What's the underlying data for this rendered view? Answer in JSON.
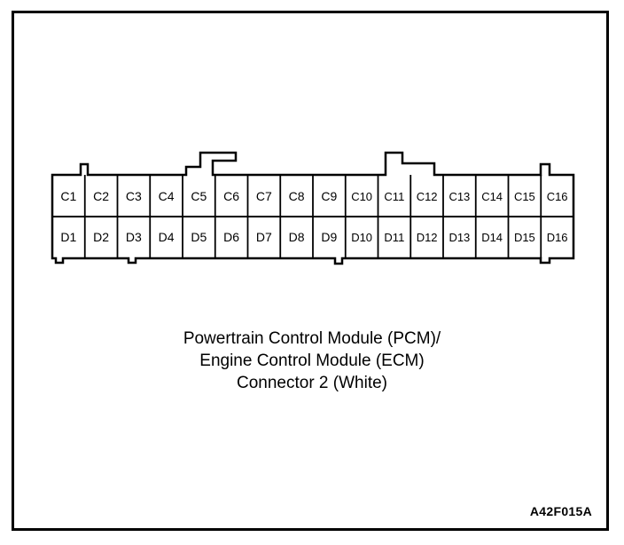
{
  "connector": {
    "row_c": [
      "C1",
      "C2",
      "C3",
      "C4",
      "C5",
      "C6",
      "C7",
      "C8",
      "C9",
      "C10",
      "C11",
      "C12",
      "C13",
      "C14",
      "C15",
      "C16"
    ],
    "row_d": [
      "D1",
      "D2",
      "D3",
      "D4",
      "D5",
      "D6",
      "D7",
      "D8",
      "D9",
      "D10",
      "D11",
      "D12",
      "D13",
      "D14",
      "D15",
      "D16"
    ]
  },
  "caption": {
    "line1": "Powertrain Control Module (PCM)/",
    "line2": "Engine Control Module (ECM)",
    "line3": "Connector 2 (White)"
  },
  "figure_id": "A42F015A",
  "colors": {
    "line": "#000000",
    "background": "#ffffff"
  }
}
